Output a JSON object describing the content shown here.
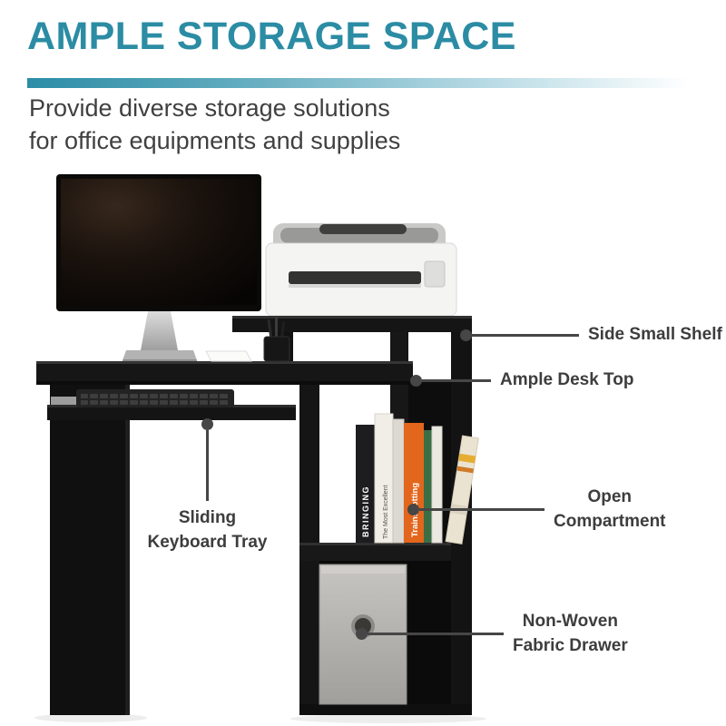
{
  "header": {
    "title": "AMPLE STORAGE SPACE",
    "subtitle_line1": "Provide diverse storage solutions",
    "subtitle_line2": "for office equipments and supplies"
  },
  "callouts": {
    "side_small_shelf": "Side Small Shelf",
    "ample_desk_top": "Ample Desk Top",
    "open_compartment_line1": "Open",
    "open_compartment_line2": "Compartment",
    "fabric_drawer_line1": "Non-Woven",
    "fabric_drawer_line2": "Fabric Drawer",
    "keyboard_tray_line1": "Sliding",
    "keyboard_tray_line2": "Keyboard Tray"
  },
  "books": {
    "spine_black": "BRINGING",
    "spine_white": "The Most Excellent",
    "spine_orange": "Trainspotting"
  },
  "colors": {
    "accent_teal": "#2B8CA4",
    "body_text": "#404040",
    "callout_gray": "#464646",
    "desk_black": "#141414",
    "drawer_fabric_gray": "#B4B2AE",
    "book_orange": "#E2661C"
  }
}
